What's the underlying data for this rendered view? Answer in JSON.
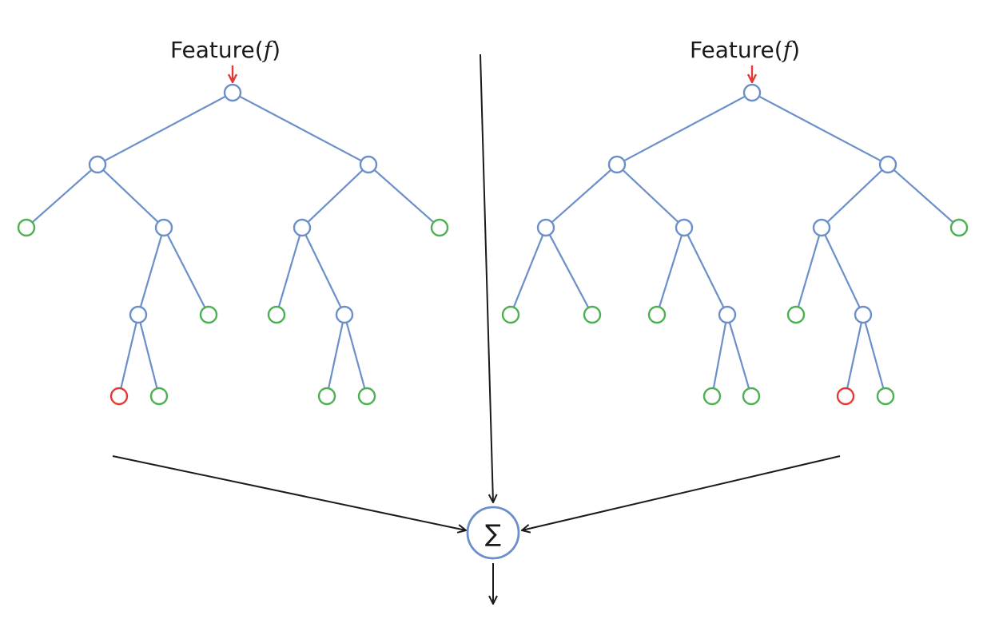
{
  "labels": {
    "left_feature_prefix": "Feature(",
    "left_feature_var": "f",
    "left_feature_suffix": ")",
    "right_feature_prefix": "Feature(",
    "right_feature_var": "f",
    "right_feature_suffix": ")",
    "sum_symbol": "∑"
  },
  "colors": {
    "edge": "#6b8fc9",
    "internal_node": "#6b8fc9",
    "leaf_normal": "#4caf50",
    "leaf_highlight": "#e53935",
    "feature_arrow": "#e53935",
    "connector": "#1a1a1a"
  },
  "trees": [
    {
      "id": "tree-left",
      "nodes": [
        {
          "id": "L0",
          "type": "internal",
          "parent": null
        },
        {
          "id": "L1",
          "type": "internal",
          "parent": "L0"
        },
        {
          "id": "L2",
          "type": "internal",
          "parent": "L0"
        },
        {
          "id": "L3",
          "type": "leaf",
          "parent": "L1"
        },
        {
          "id": "L4",
          "type": "internal",
          "parent": "L1"
        },
        {
          "id": "L5",
          "type": "internal",
          "parent": "L2"
        },
        {
          "id": "L6",
          "type": "leaf",
          "parent": "L2"
        },
        {
          "id": "L7",
          "type": "internal",
          "parent": "L4"
        },
        {
          "id": "L8",
          "type": "leaf",
          "parent": "L4"
        },
        {
          "id": "L9",
          "type": "leaf",
          "parent": "L5"
        },
        {
          "id": "L10",
          "type": "internal",
          "parent": "L5"
        },
        {
          "id": "L11",
          "type": "leaf-highlight",
          "parent": "L7"
        },
        {
          "id": "L12",
          "type": "leaf",
          "parent": "L7"
        },
        {
          "id": "L13",
          "type": "leaf",
          "parent": "L10"
        },
        {
          "id": "L14",
          "type": "leaf",
          "parent": "L10"
        }
      ]
    },
    {
      "id": "tree-right",
      "nodes": [
        {
          "id": "R0",
          "type": "internal",
          "parent": null
        },
        {
          "id": "R1",
          "type": "internal",
          "parent": "R0"
        },
        {
          "id": "R2",
          "type": "internal",
          "parent": "R0"
        },
        {
          "id": "R3",
          "type": "internal",
          "parent": "R1"
        },
        {
          "id": "R4",
          "type": "internal",
          "parent": "R1"
        },
        {
          "id": "R5",
          "type": "internal",
          "parent": "R2"
        },
        {
          "id": "R6",
          "type": "leaf",
          "parent": "R2"
        },
        {
          "id": "R7",
          "type": "leaf",
          "parent": "R3"
        },
        {
          "id": "R8",
          "type": "leaf",
          "parent": "R3"
        },
        {
          "id": "R9",
          "type": "leaf",
          "parent": "R4"
        },
        {
          "id": "R10",
          "type": "internal",
          "parent": "R4"
        },
        {
          "id": "R11",
          "type": "leaf",
          "parent": "R5"
        },
        {
          "id": "R12",
          "type": "internal",
          "parent": "R5"
        },
        {
          "id": "R13",
          "type": "leaf",
          "parent": "R10"
        },
        {
          "id": "R14",
          "type": "leaf",
          "parent": "R10"
        },
        {
          "id": "R15",
          "type": "leaf-highlight",
          "parent": "R12"
        },
        {
          "id": "R16",
          "type": "leaf",
          "parent": "R12"
        }
      ]
    }
  ]
}
